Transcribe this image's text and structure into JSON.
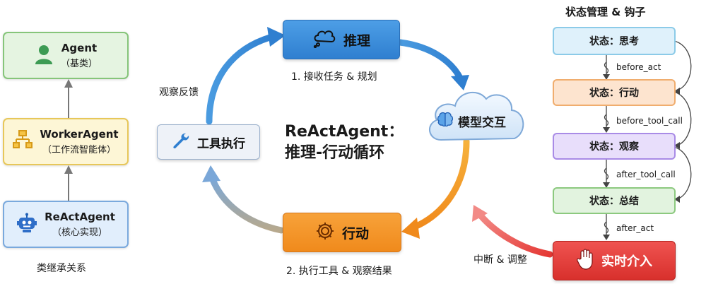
{
  "inheritance": {
    "caption": "类继承关系",
    "classes": [
      {
        "name": "Agent",
        "sub": "（基类）",
        "icon": "user-icon"
      },
      {
        "name": "WorkerAgent",
        "sub": "（工作流智能体）",
        "icon": "flowchart-icon"
      },
      {
        "name": "ReActAgent",
        "sub": "（核心实现）",
        "icon": "robot-icon"
      }
    ]
  },
  "cycle": {
    "title_line1": "ReActAgent：",
    "title_line2": "推理-行动循环",
    "reasoning": {
      "label": "推理",
      "icon": "thought-bubble-icon",
      "step": "1. 接收任务 & 规划"
    },
    "model": {
      "label": "模型交互",
      "icon": "brain-icon"
    },
    "action": {
      "label": "行动",
      "icon": "gear-icon",
      "step": "2. 执行工具 & 观察结果"
    },
    "tool": {
      "label": "工具执行",
      "icon": "wrench-icon"
    },
    "feedback": "观察反馈"
  },
  "state_panel": {
    "title": "状态管理 & 钩子",
    "states": [
      "状态：思考",
      "状态：行动",
      "状态：观察",
      "状态：总结"
    ],
    "hooks": [
      "before_act",
      "before_tool_call",
      "after_tool_call",
      "after_act"
    ],
    "intervention": {
      "label": "实时介入",
      "icon": "hand-icon",
      "note": "中断 & 调整"
    }
  }
}
